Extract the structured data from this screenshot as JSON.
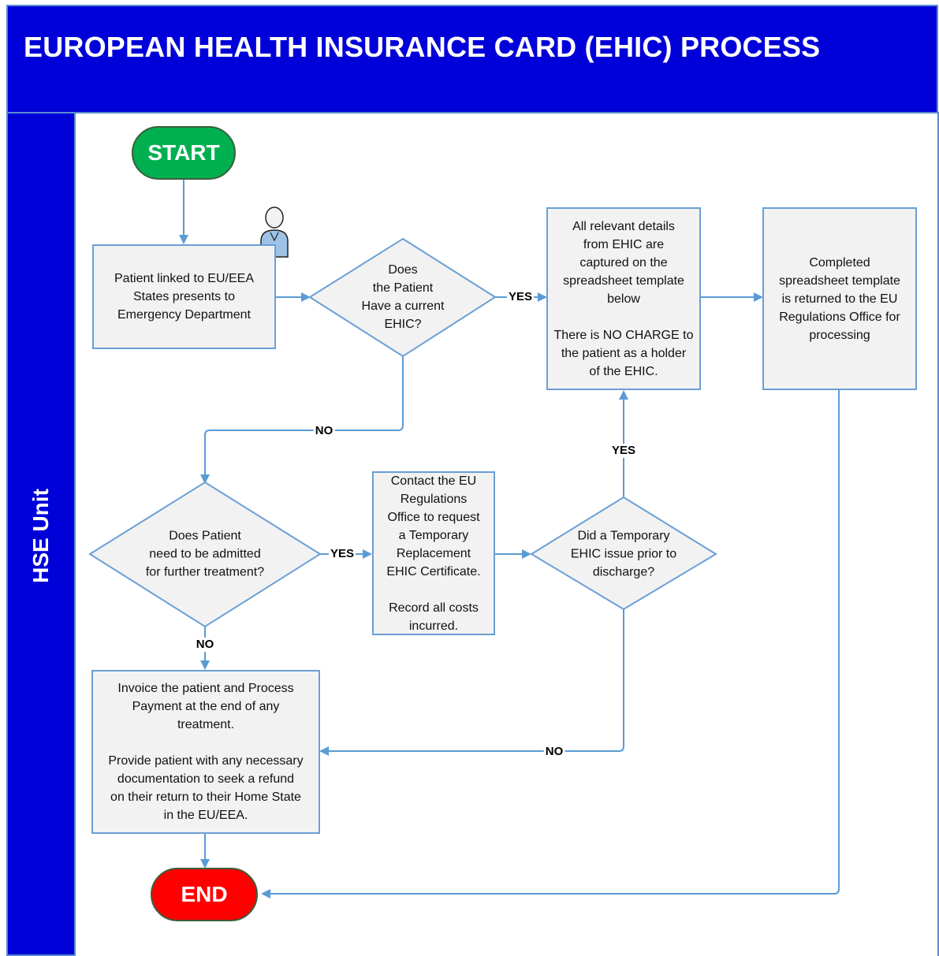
{
  "title": "EUROPEAN HEALTH INSURANCE CARD (EHIC) PROCESS",
  "lane": "HSE Unit",
  "colors": {
    "header": "#0000d8",
    "start": "#00b050",
    "end": "#ff0000",
    "connector": "#5b9bd5",
    "box_fill": "#f2f2f2"
  },
  "nodes": {
    "start": "START",
    "patient_presents": "Patient linked to EU/EEA\nStates presents to\nEmergency Department",
    "current_ehic": "Does\nthe Patient\nHave a current\nEHIC?",
    "capture_details": "All relevant details\nfrom EHIC are\ncaptured on the\nspreadsheet template\nbelow\n\nThere is NO CHARGE to\nthe patient as a holder\nof the EHIC.",
    "return_template": "Completed\nspreadsheet template\nis returned to the EU\nRegulations Office for\nprocessing",
    "need_admission": "Does  Patient\nneed to be admitted\nfor further treatment?",
    "contact_office": "Contact the EU\nRegulations\nOffice to request\na Temporary\nReplacement\nEHIC Certificate.\n\nRecord all costs\nincurred.",
    "temp_ehic_issued": "Did a Temporary\nEHIC issue prior to\ndischarge?",
    "invoice_patient": "Invoice the patient and Process\nPayment at the end of any\ntreatment.\n\nProvide patient with any necessary\ndocumentation to seek a refund\non their return to their Home State\nin the EU/EEA.",
    "end": "END"
  },
  "edge_labels": {
    "ehic_yes": "YES",
    "ehic_no": "NO",
    "admit_yes": "YES",
    "admit_no": "NO",
    "temp_yes": "YES",
    "temp_no": "NO"
  },
  "icons": {
    "person": "person-icon"
  }
}
